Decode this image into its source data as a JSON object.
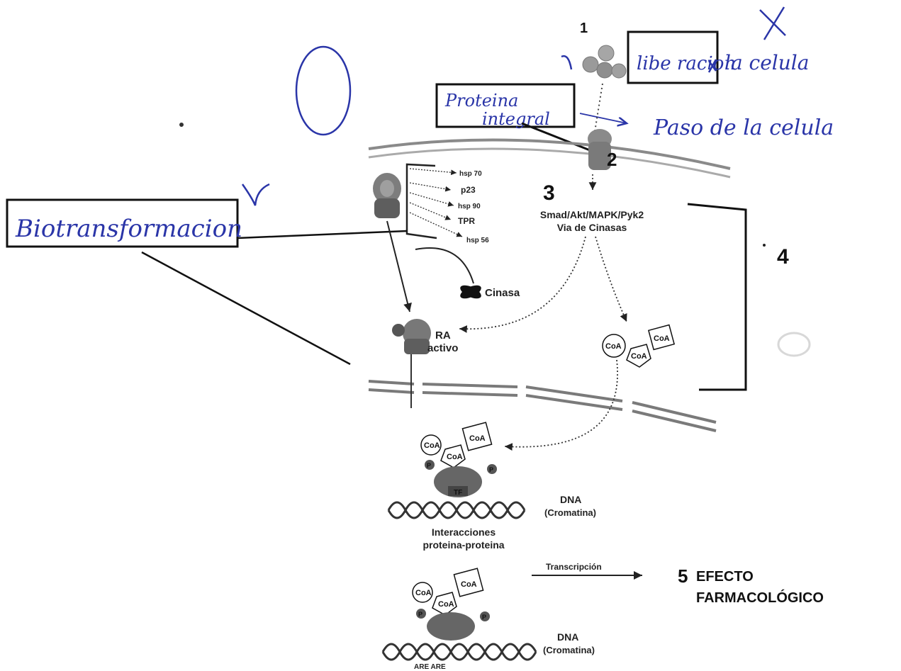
{
  "handwritten": {
    "liberacion": "libe racion",
    "la_celula": "la celula",
    "proteina": "Proteina",
    "integral": "integral",
    "paso_celula": "Paso de la celula",
    "biotransformacion": "Biotransformacion"
  },
  "steps": {
    "s1": "1",
    "s2": "2",
    "s3": "3",
    "s4": "4",
    "s5": "5"
  },
  "labels": {
    "pathway": "Smad/Akt/MAPK/Pyk2",
    "via": "Via de Cinasas",
    "cinasa": "Cinasa",
    "ra": "RA",
    "activo": "activo",
    "dna1": "DNA",
    "cromatina1": "(Cromatina)",
    "interacciones": "Interacciones",
    "proteina_proteina": "proteina-proteina",
    "transcripcion": "Transcripción",
    "efecto": "EFECTO",
    "farmacologico": "FARMACOLÓGICO",
    "dna2": "DNA",
    "cromatina2": "(Cromatina)",
    "are": "ARE ARE",
    "tf": "TF",
    "p": "P",
    "coa": "CoA"
  },
  "chaperones": [
    "hsp 70",
    "p23",
    "hsp 90",
    "TPR",
    "hsp 56"
  ],
  "colors": {
    "ink": "#2a35a8",
    "membrane": "#8a8a8a",
    "protein": "#6f6f6f"
  }
}
